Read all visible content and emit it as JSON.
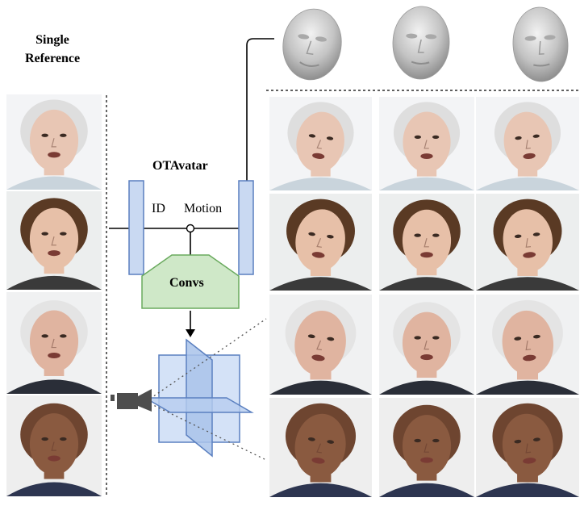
{
  "reference": {
    "title_line1": "Single",
    "title_line2": "Reference"
  },
  "model": {
    "name": "OTAvatar",
    "id_label": "ID",
    "motion_label": "Motion",
    "convs_label": "Convs"
  },
  "colors": {
    "encoder_fill": "#c9d9f2",
    "encoder_stroke": "#5a7fbf",
    "convs_fill": "#cfe8c8",
    "convs_stroke": "#6aaa5e",
    "triplane_fill": "#c6d8f4",
    "triplane_stroke": "#5b80c0",
    "mesh": "#c2c2c2",
    "camera": "#4d4d4d"
  },
  "faces": {
    "references": [
      {
        "skin": "#e8c6b4",
        "hair": "#dedede",
        "bg": "#f3f4f6",
        "shirt": "#c9d4dc"
      },
      {
        "skin": "#e7c0a8",
        "hair": "#5a3a24",
        "bg": "#eceeee",
        "shirt": "#3a3a3a"
      },
      {
        "skin": "#e0b4a0",
        "hair": "#e4e4e4",
        "bg": "#f0f1f2",
        "shirt": "#2a2e38"
      },
      {
        "skin": "#8a5a40",
        "hair": "#6e4530",
        "bg": "#eeeeee",
        "shirt": "#2d3550"
      }
    ],
    "meshes": [
      "mesh-left",
      "mesh-front",
      "mesh-right"
    ]
  }
}
